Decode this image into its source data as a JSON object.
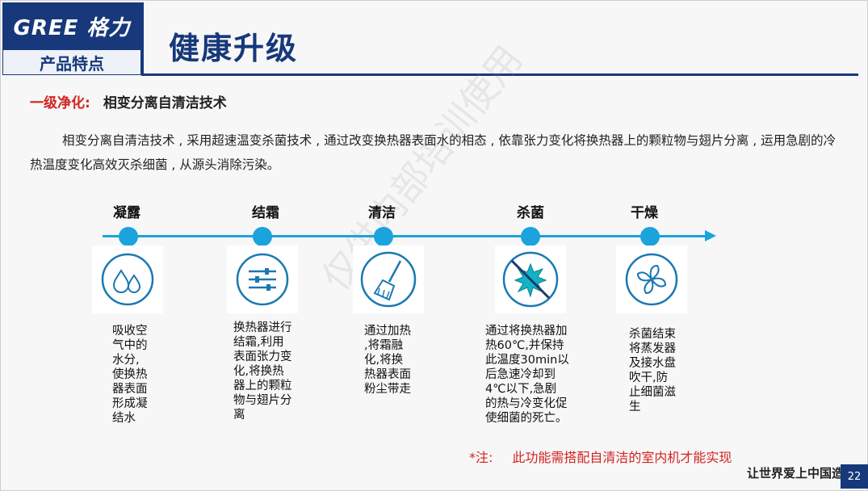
{
  "header": {
    "brand": "GREE 格力",
    "section": "产品特点",
    "title": "健康升级"
  },
  "subhead": {
    "label": "一级净化:",
    "tech": "相变分离自清洁技术"
  },
  "intro": "相变分离自清洁技术 , 采用超速温变杀菌技术 , 通过改变换热器表面水的相态 , 依靠张力变化将换热器上的颗粒物与翅片分离 , 运用急剧的冷热温度变化高效灭杀细菌 , 从源头消除污染。",
  "steps": [
    {
      "label": "凝露",
      "icon": "water-drops-icon",
      "desc": [
        "吸收空",
        "气中的",
        "水分,",
        "使换热",
        "器表面",
        "形成凝",
        "结水"
      ]
    },
    {
      "label": "结霜",
      "icon": "sliders-icon",
      "desc": [
        "换热器进行",
        "结霜,利用",
        "表面张力变",
        "化,将换热",
        "器上的颗粒",
        "物与翅片分",
        "离"
      ]
    },
    {
      "label": "清洁",
      "icon": "broom-icon",
      "desc": [
        "通过加热",
        ",将霜融",
        "化,将换",
        "热器表面",
        "粉尘带走"
      ]
    },
    {
      "label": "杀菌",
      "icon": "no-bacteria-icon",
      "desc": [
        "通过将换热器加",
        "热60℃,并保持",
        "此温度30min以",
        "后急速冷却到",
        "4℃以下,急剧",
        "的热与冷变化促",
        "使细菌的死亡。"
      ]
    },
    {
      "label": "干燥",
      "icon": "fan-icon",
      "desc": [
        "杀菌结束",
        "将蒸发器",
        "及接水盘",
        "吹干,防",
        "止细菌滋",
        "生"
      ]
    }
  ],
  "note": {
    "label": "*注:",
    "text": "此功能需搭配自清洁的室内机才能实现"
  },
  "watermark": "仅供内部培训使用",
  "footer": {
    "slogan": "让世界爱上中国造",
    "page": "22"
  },
  "colors": {
    "brand_blue": "#17387a",
    "accent_blue": "#1aa3dc",
    "note_red": "#d2231f"
  }
}
